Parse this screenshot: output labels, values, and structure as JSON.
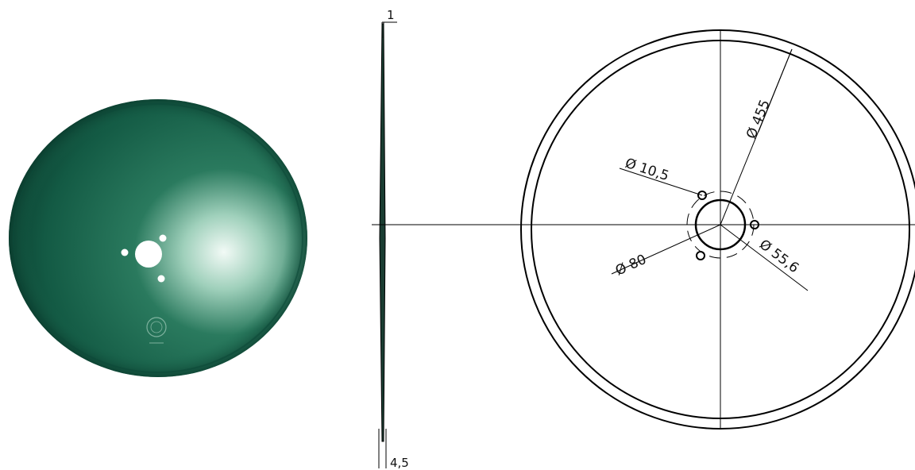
{
  "product": {
    "description_labels": {
      "photo": "",
      "profile": "",
      "front_view": ""
    },
    "colors": {
      "disc_green_dark": "#0d4a38",
      "disc_green": "#1f6f55",
      "disc_highlight": "#e8f4ee",
      "line": "#000000",
      "background": "#ffffff"
    }
  },
  "profile_view": {
    "edge_thickness_label": "1",
    "hub_thickness_label": "4,5"
  },
  "front_view": {
    "outer_diameter_label": "Ø 455",
    "bolt_hole_label": "Ø 10,5",
    "bolt_circle_label": "Ø 80",
    "center_bore_label": "Ø 55,6"
  }
}
